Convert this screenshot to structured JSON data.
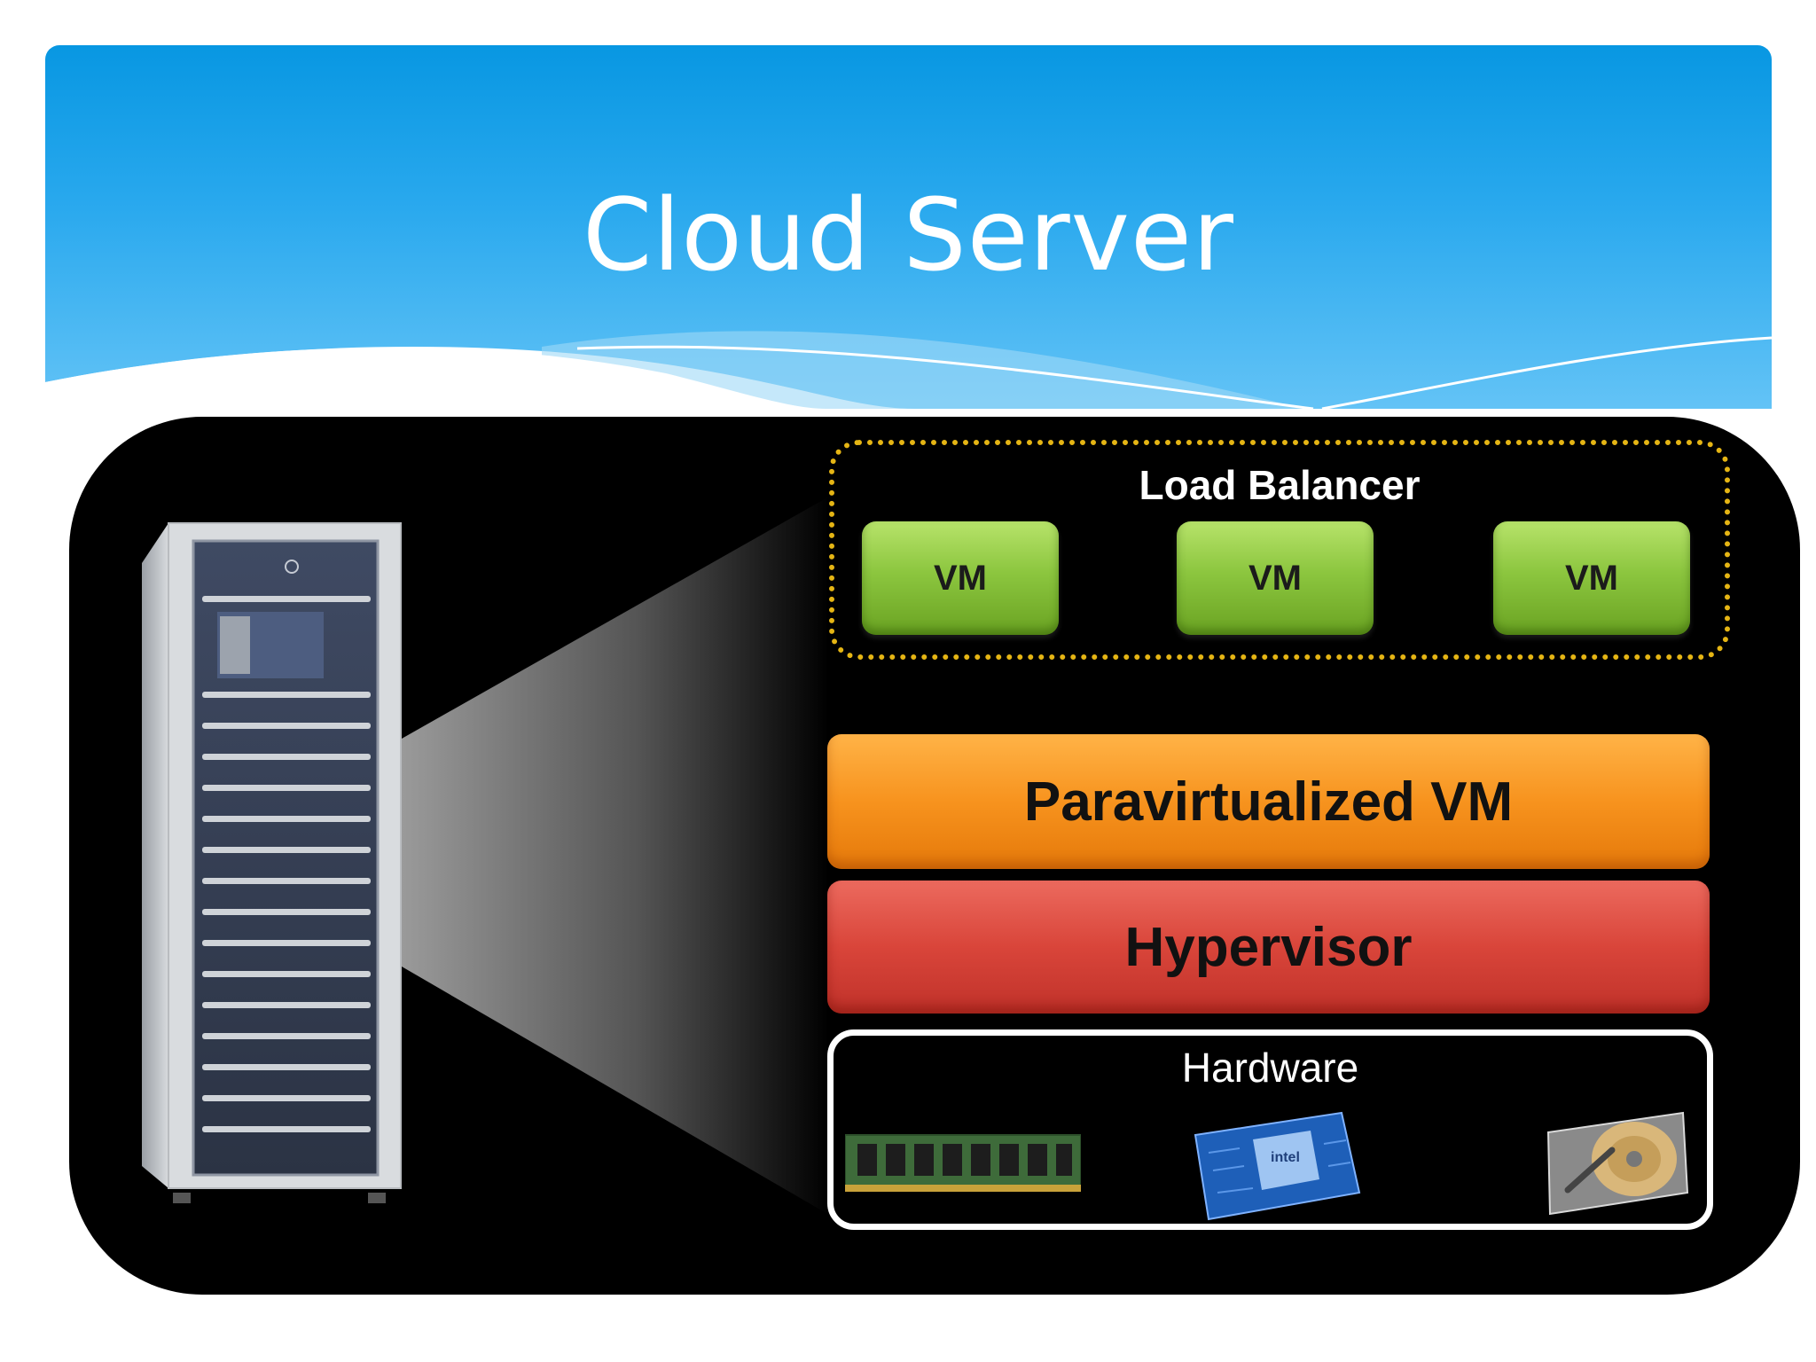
{
  "slide": {
    "title": "Cloud Server"
  },
  "diagram": {
    "load_balancer": {
      "label": "Load Balancer",
      "vms": [
        "VM",
        "VM",
        "VM"
      ]
    },
    "layers": {
      "paravirtualized": "Paravirtualized VM",
      "hypervisor": "Hypervisor"
    },
    "hardware": {
      "label": "Hardware",
      "components": [
        "memory-module-icon",
        "cpu-chip-icon",
        "hard-drive-icon"
      ]
    }
  },
  "colors": {
    "banner_top": "#0897e2",
    "banner_bottom": "#63c3f6",
    "vm_green": "#8cc63f",
    "para_orange": "#f7931e",
    "hyper_red": "#d9453a",
    "lb_border": "#e5b514"
  }
}
